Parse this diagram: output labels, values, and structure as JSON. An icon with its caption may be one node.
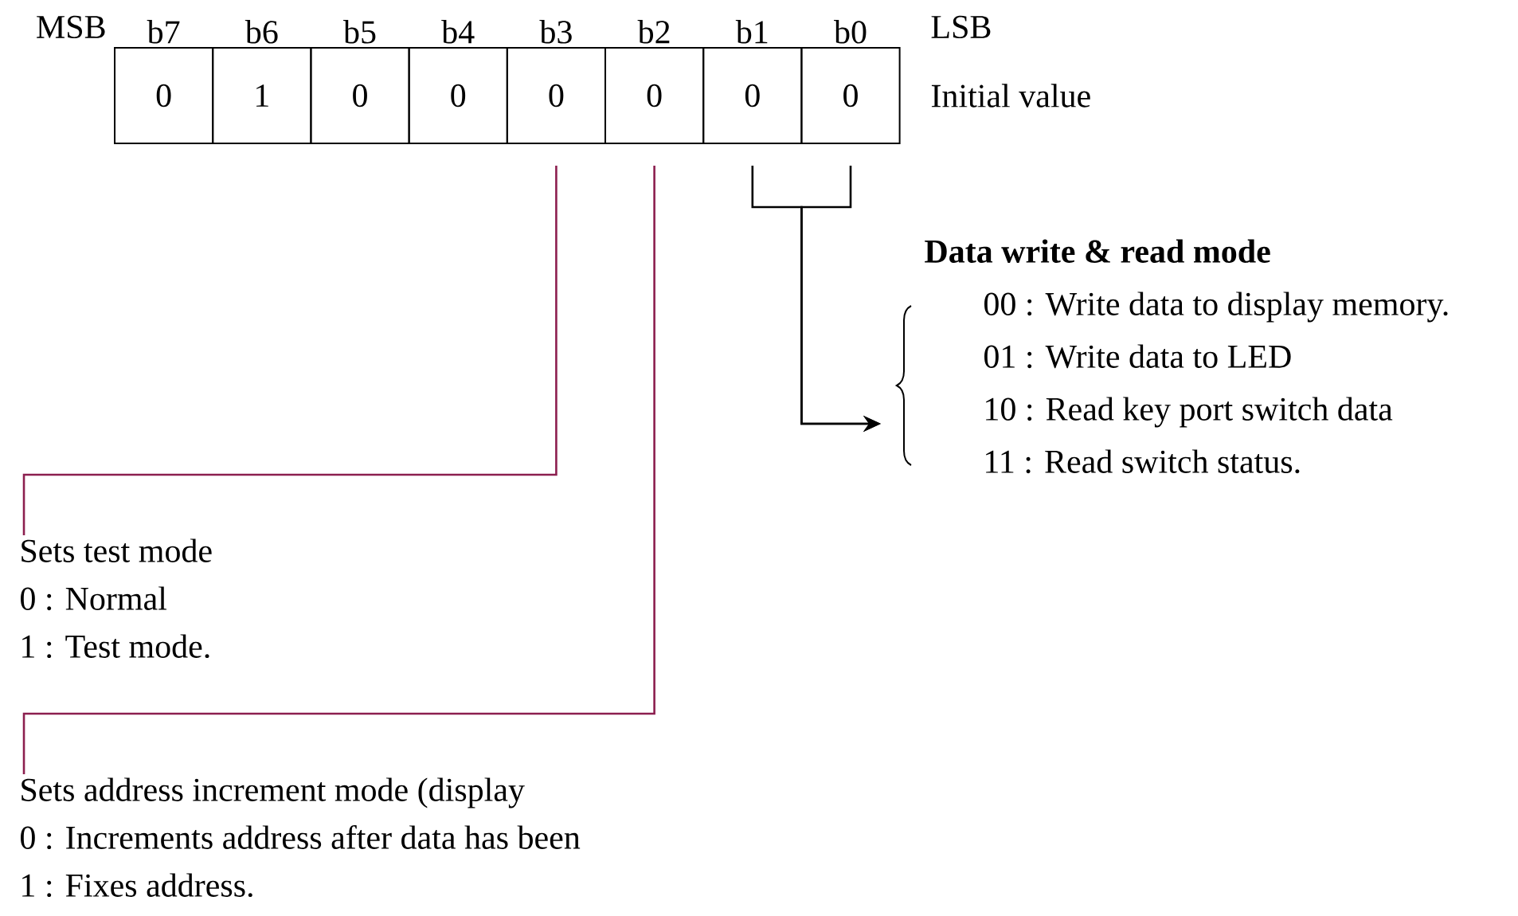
{
  "diagram": {
    "nodes": [
      {
        "text": [
          "0"
        ],
        "beside": [
          "b7"
        ]
      },
      {
        "text": [
          "1"
        ],
        "beside": [
          "b6"
        ]
      },
      {
        "text": [
          "0"
        ],
        "beside": [
          "b5"
        ]
      },
      {
        "text": [
          "0"
        ],
        "beside": [
          "b4"
        ]
      },
      {
        "text": [
          "0"
        ],
        "beside": [
          "b3"
        ]
      },
      {
        "text": [
          "0"
        ],
        "beside": [
          "b2"
        ]
      },
      {
        "text": [
          "0"
        ],
        "beside": [
          "b1"
        ]
      },
      {
        "text": [
          "0"
        ],
        "beside": [
          "b0"
        ]
      },
      {
        "text": [
          "Sets test mode",
          "0 : Normal",
          "1 : Test mode."
        ]
      },
      {
        "text": [
          "Sets address increment mode (display",
          "0 : Increments address after data has been",
          "1 : Fixes address."
        ]
      },
      {
        "text": [
          "Data write & read mode",
          "00 : Write data to display memory.",
          "01 : Write data to LED",
          "10 : Read key port switch data",
          "11 : Read switch status."
        ]
      }
    ],
    "edges": [
      {
        "from": 4,
        "to": 8,
        "arrow": "none"
      },
      {
        "from": 5,
        "to": 9,
        "arrow": "none"
      },
      {
        "from": 6,
        "to": 10,
        "arrow": "to",
        "color": "#000000"
      },
      {
        "from": 7,
        "to": 10,
        "arrow": "to",
        "color": "#000000"
      }
    ],
    "labels": [
      "MSB",
      "LSB",
      "Initial value"
    ]
  }
}
